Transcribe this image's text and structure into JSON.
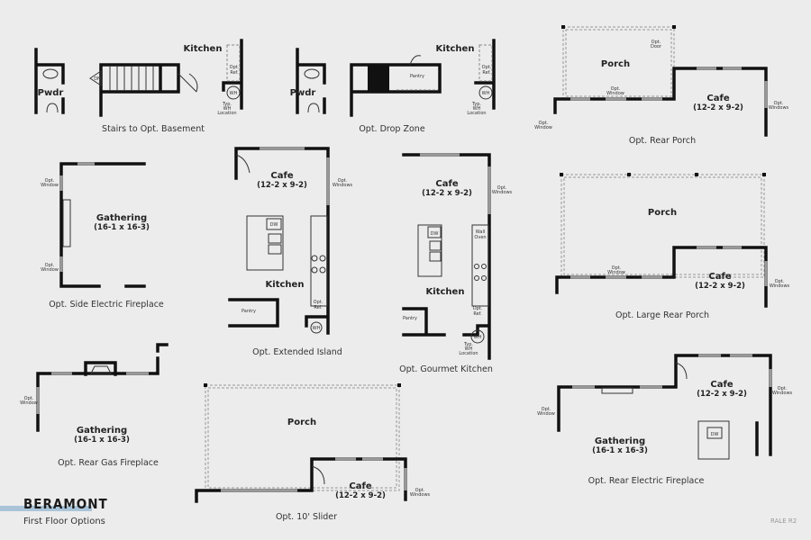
{
  "brand": {
    "name": "BERAMONT",
    "subtitle": "First Floor Options",
    "code": "RALE R2",
    "accent": "#a9c4d8"
  },
  "labels": {
    "pwdr": "Pwdr",
    "kitchen": "Kitchen",
    "cafe": "Cafe",
    "cafe_dim": "(12-2 x 9-2)",
    "gathering": "Gathering",
    "gathering_dim": "(16-1 x 16-3)",
    "porch": "Porch",
    "pantry": "Pantry",
    "dn": "DN",
    "dw": "DW",
    "wh": "WH",
    "opt": "Opt.",
    "ref": "Ref.",
    "typ_wh_1": "Typ.",
    "typ_wh_2": "WH",
    "typ_wh_3": "Location",
    "window": "Window",
    "windows": "Windows",
    "door": "Door",
    "wall": "Wall",
    "oven": "Oven"
  },
  "captions": [
    "Stairs to Opt. Basement",
    "Opt. Drop Zone",
    "Opt. Rear Porch",
    "Opt. Side Electric Fireplace",
    "Opt. Extended Island",
    "Opt. Gourmet Kitchen",
    "Opt. Large Rear Porch",
    "Opt. Rear Gas Fireplace",
    "Opt. 10' Slider",
    "Opt. Rear Electric Fireplace"
  ]
}
